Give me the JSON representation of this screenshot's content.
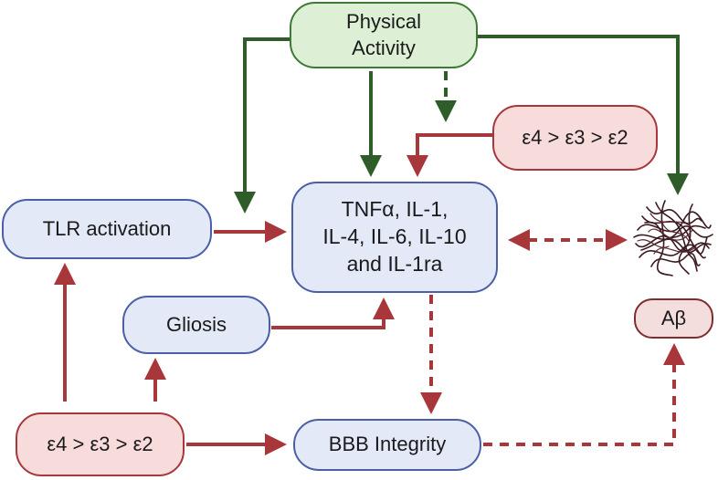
{
  "nodes": {
    "physical_activity": "Physical\nActivity",
    "apoe_top": "ε4 > ε3 > ε2",
    "tlr_activation": "TLR activation",
    "cytokines": "TNFα, IL-1,\nIL-4,  IL-6, IL-10\nand IL-1ra",
    "gliosis": "Gliosis",
    "apoe_bottom": "ε4 > ε3 > ε2",
    "bbb_integrity": "BBB Integrity",
    "abeta": "Aβ"
  },
  "icons": {
    "amyloid_plaque": "amyloid-plaque-icon"
  },
  "colors": {
    "green_arrow": "#2f5d2a",
    "red_arrow": "#a8373c",
    "blue_fill": "#e4e9f8",
    "red_fill": "#f8dcdc",
    "green_fill": "#ddf0d6"
  }
}
